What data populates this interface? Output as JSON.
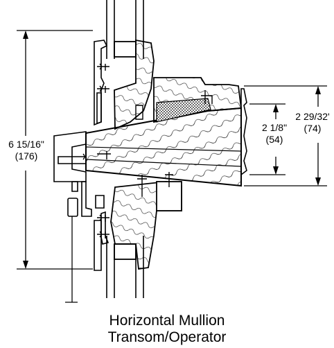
{
  "dimensions": {
    "overall_imperial": "6 15/16\"",
    "overall_metric": "(176)",
    "inner_imperial": "2 1/8\"",
    "inner_metric": "(54)",
    "outer_imperial": "2 29/32'",
    "outer_metric": "(74)"
  },
  "caption": {
    "line1": "Horizontal Mullion",
    "line2": "Transom/Operator"
  }
}
